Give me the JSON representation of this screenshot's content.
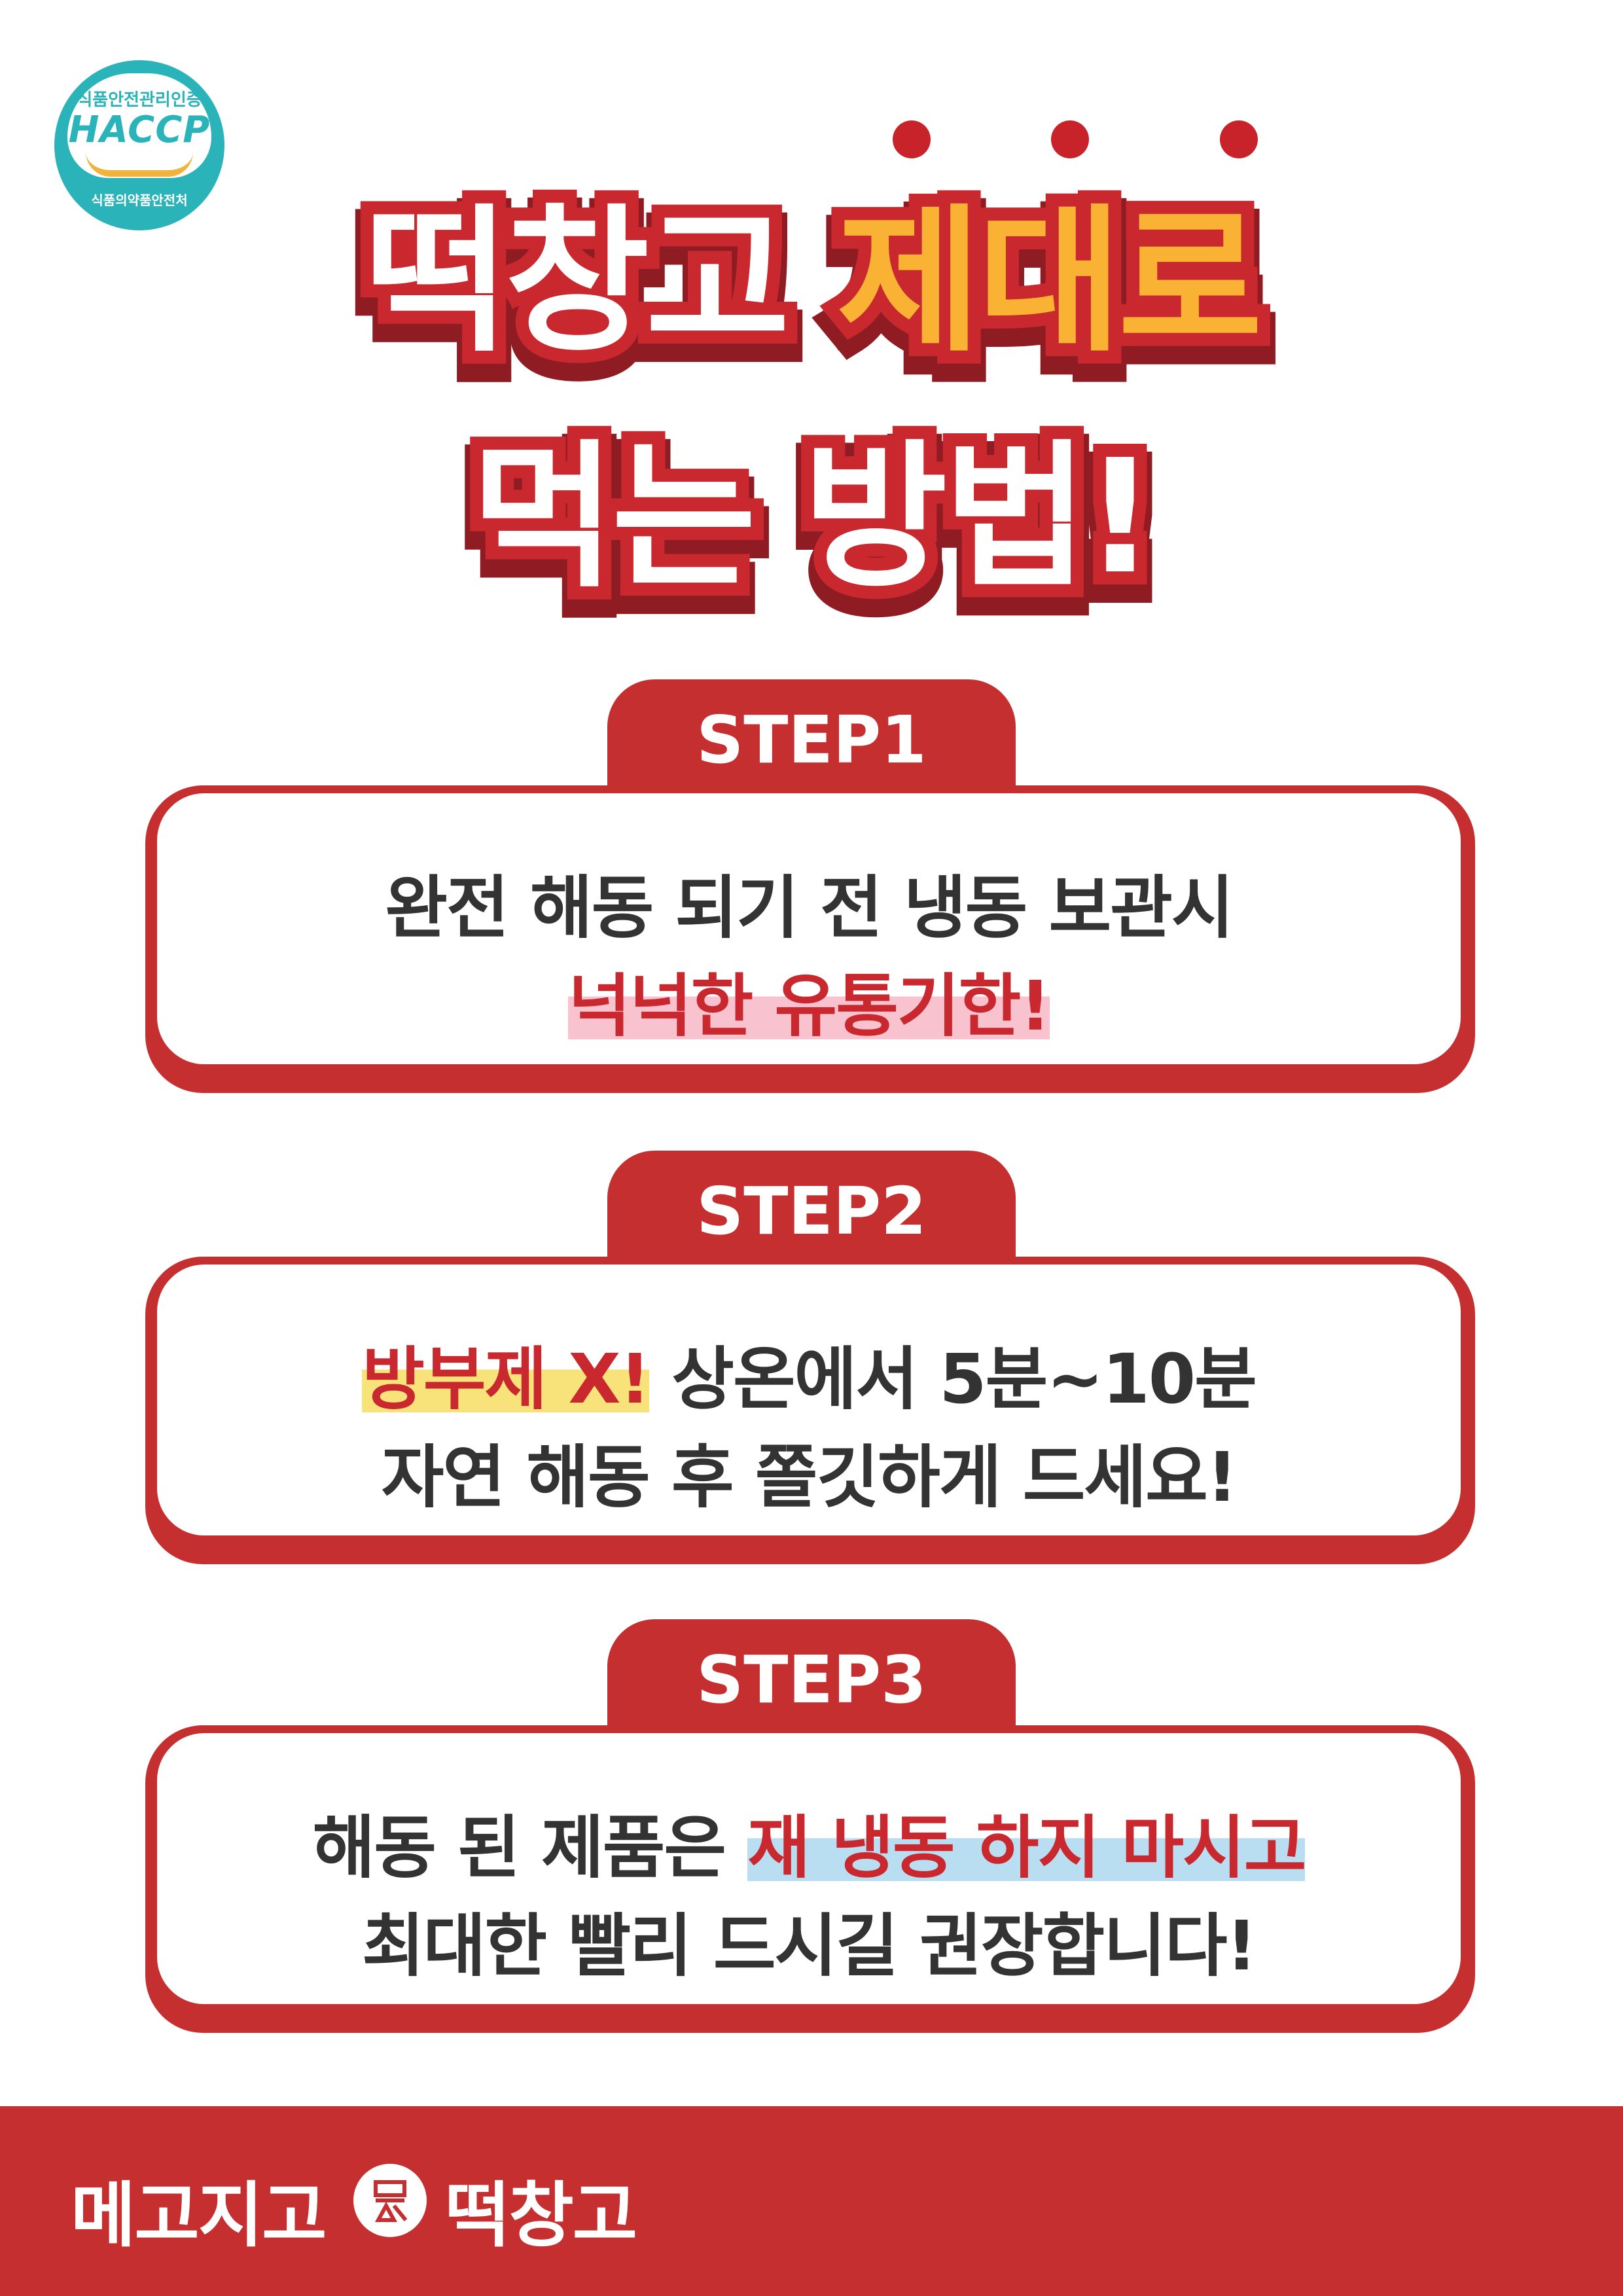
{
  "badge": {
    "top": "식품안전관리인증",
    "name": "HACCP",
    "bottom": "식품의약품안전처"
  },
  "title": {
    "line1_part1": "떡창고",
    "line1_part2": "제대로",
    "line2": "먹는 방법!"
  },
  "steps": [
    {
      "label": "STEP1",
      "line1": "완전 해동 되기 전 냉동 보관시",
      "line2_highlight": "넉넉한 유통기한!"
    },
    {
      "label": "STEP2",
      "line1_highlight": "방부제 X!",
      "line1_rest": "상온에서 5분~10분",
      "line2": "자연 해동 후 쫄깃하게 드세요!"
    },
    {
      "label": "STEP3",
      "line1_start": "해동 된 제품은",
      "line1_highlight": "재 냉동 하지 마시고",
      "line2": "최대한 빨리 드시길 권장합니다!"
    }
  ],
  "footer": {
    "brand1": "메고지고",
    "logo_icon": "brand-logo-icon",
    "brand2": "떡창고"
  },
  "colors": {
    "red": "#c52f2f",
    "yellow": "#f9b233",
    "teal": "#2ab3b8"
  }
}
